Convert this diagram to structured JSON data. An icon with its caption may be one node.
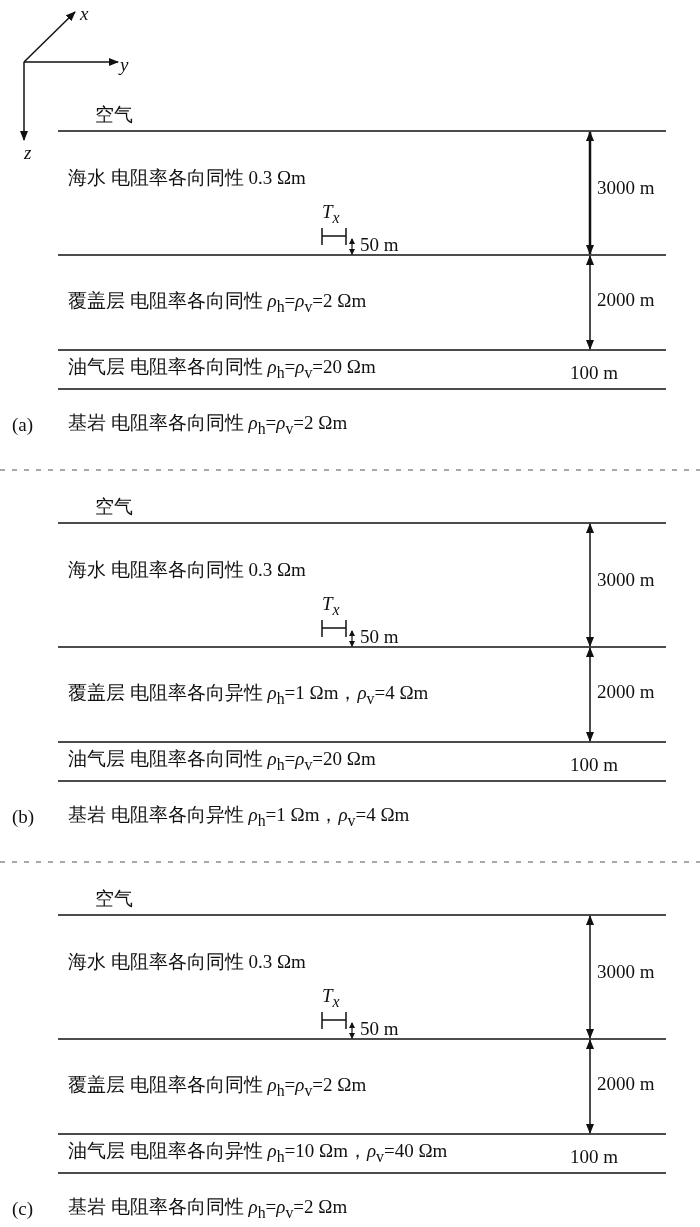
{
  "diagram": {
    "labels": [
      "x",
      "y",
      "z",
      "空气",
      "海水 电阻率各向同性 0.3 Ωm",
      "3000 m",
      "*T*$_{x}$",
      "50 m",
      "覆盖层 电阻率各向同性 *ρ*$_{h}$=*ρ*$_{v}$=2 Ωm",
      "2000 m",
      "油气层 电阻率各向同性 *ρ*$_{h}$=*ρ*$_{v}$=20 Ωm",
      "100 m",
      "(a)",
      "基岩 电阻率各向同性 *ρ*$_{h}$=*ρ*$_{v}$=2 Ωm",
      "空气",
      "海水 电阻率各向同性 0.3 Ωm",
      "3000 m",
      "*T*$_{x}$",
      "50 m",
      "覆盖层 电阻率各向异性 *ρ*$_{h}$=1 Ωm，*ρ*$_{v}$=4 Ωm",
      "2000 m",
      "油气层 电阻率各向同性 *ρ*$_{h}$=*ρ*$_{v}$=20 Ωm",
      "100 m",
      "(b)",
      "基岩 电阻率各向异性 *ρ*$_{h}$=1 Ωm，*ρ*$_{v}$=4 Ωm",
      "空气",
      "海水 电阻率各向同性 0.3 Ωm",
      "3000 m",
      "*T*$_{x}$",
      "50 m",
      "覆盖层 电阻率各向同性 *ρ*$_{h}$=*ρ*$_{v}$=2 Ωm",
      "2000 m",
      "油气层 电阻率各向异性 *ρ*$_{h}$=10 Ωm，*ρ*$_{v}$=40 Ωm",
      "100 m",
      "(c)",
      "基岩 电阻率各向同性 *ρ*$_{h}$=*ρ*$_{v}$=2 Ωm"
    ]
  }
}
